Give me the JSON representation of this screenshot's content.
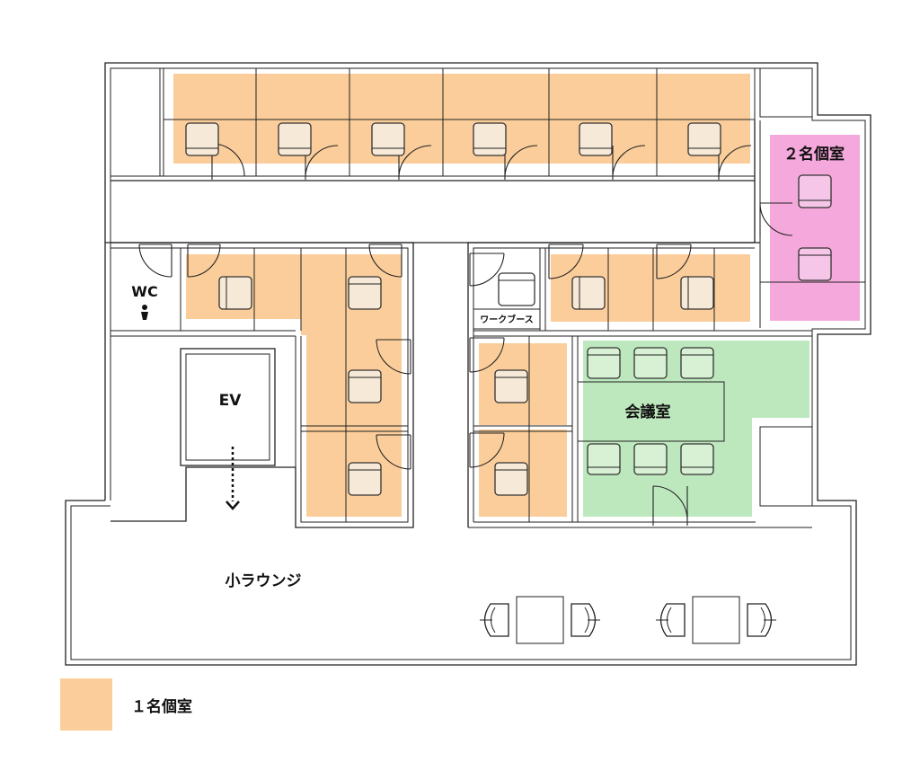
{
  "labels": {
    "two_person_room": "２名個室",
    "wc": "WC",
    "work_booth": "ワークブース",
    "ev": "EV",
    "meeting_room": "会議室",
    "small_lounge": "小ラウンジ"
  },
  "legend": {
    "single_room_label": "１名個室",
    "single_room_color": "#fbcd9a"
  },
  "colors": {
    "single_room": "#fbcd9a",
    "two_person_room": "#f5a8dc",
    "meeting_room": "#bde8bd"
  }
}
